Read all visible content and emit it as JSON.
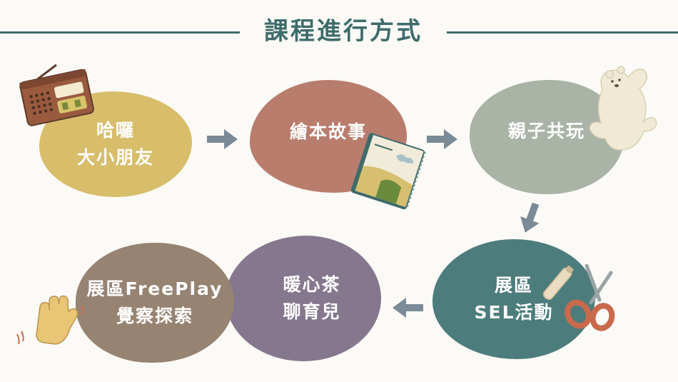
{
  "title": "課程進行方式",
  "steps": [
    {
      "lines": [
        "哈囉",
        "大小朋友"
      ],
      "color": "#d8bd6b",
      "icon": "radio-icon"
    },
    {
      "lines": [
        "繪本故事"
      ],
      "color": "#b97d6d",
      "icon": "picture-book-icon"
    },
    {
      "lines": [
        "親子共玩"
      ],
      "color": "#a9b3a6",
      "icon": "polar-bear-icon"
    },
    {
      "lines": [
        "展區",
        "SEL活動"
      ],
      "color": "#4d7c7c",
      "icon": "scissors-icon"
    },
    {
      "lines": [
        "暖心茶",
        "聊育兒"
      ],
      "color": "#85788e",
      "icon": ""
    },
    {
      "lines": [
        "展區FreePlay",
        "覺察探索"
      ],
      "color": "#978372",
      "icon": "waving-hand-icon"
    }
  ],
  "arrow_color": "#7a8a97"
}
